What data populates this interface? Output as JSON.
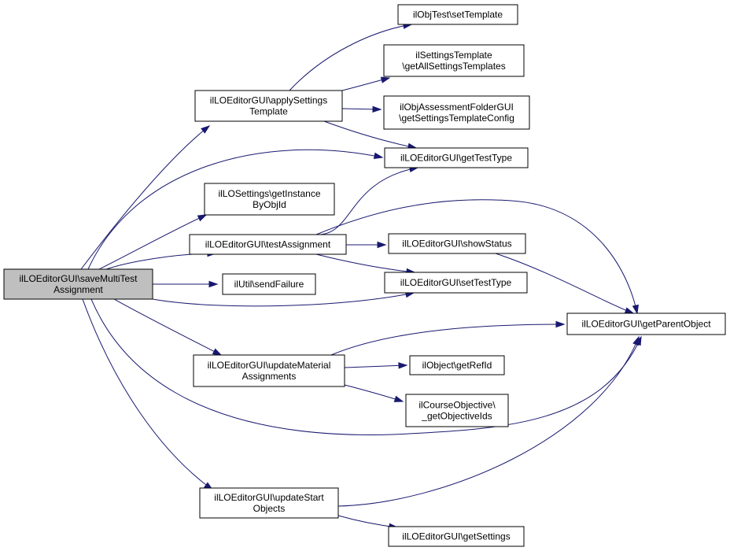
{
  "colors": {
    "node_fill": "#ffffff",
    "root_fill": "#bfbfbf",
    "node_border": "#000000",
    "edge": "#191970"
  },
  "nodes": {
    "saveMultiTestAssignment": {
      "lines": [
        "ilLOEditorGUI\\saveMultiTest",
        "Assignment"
      ]
    },
    "applySettingsTemplate": {
      "lines": [
        "ilLOEditorGUI\\applySettings",
        "Template"
      ]
    },
    "getInstanceByObjId": {
      "lines": [
        "ilLOSettings\\getInstance",
        "ByObjId"
      ]
    },
    "testAssignment": {
      "lines": [
        "ilLOEditorGUI\\testAssignment"
      ]
    },
    "sendFailure": {
      "lines": [
        "ilUtil\\sendFailure"
      ]
    },
    "updateMaterialAssignments": {
      "lines": [
        "ilLOEditorGUI\\updateMaterial",
        "Assignments"
      ]
    },
    "updateStartObjects": {
      "lines": [
        "ilLOEditorGUI\\updateStart",
        "Objects"
      ]
    },
    "setTemplate": {
      "lines": [
        "ilObjTest\\setTemplate"
      ]
    },
    "getAllSettingsTemplates": {
      "lines": [
        "ilSettingsTemplate",
        "\\getAllSettingsTemplates"
      ]
    },
    "getSettingsTemplateConfig": {
      "lines": [
        "ilObjAssessmentFolderGUI",
        "\\getSettingsTemplateConfig"
      ]
    },
    "getTestType": {
      "lines": [
        "ilLOEditorGUI\\getTestType"
      ]
    },
    "showStatus": {
      "lines": [
        "ilLOEditorGUI\\showStatus"
      ]
    },
    "setTestType": {
      "lines": [
        "ilLOEditorGUI\\setTestType"
      ]
    },
    "getParentObject": {
      "lines": [
        "ilLOEditorGUI\\getParentObject"
      ]
    },
    "getRefId": {
      "lines": [
        "ilObject\\getRefId"
      ]
    },
    "getObjectiveIds": {
      "lines": [
        "ilCourseObjective\\",
        "_getObjectiveIds"
      ]
    },
    "getSettings": {
      "lines": [
        "ilLOEditorGUI\\getSettings"
      ]
    }
  },
  "edges": [
    [
      "saveMultiTestAssignment",
      "applySettingsTemplate"
    ],
    [
      "saveMultiTestAssignment",
      "getTestType"
    ],
    [
      "saveMultiTestAssignment",
      "getInstanceByObjId"
    ],
    [
      "saveMultiTestAssignment",
      "testAssignment"
    ],
    [
      "saveMultiTestAssignment",
      "sendFailure"
    ],
    [
      "saveMultiTestAssignment",
      "setTestType"
    ],
    [
      "saveMultiTestAssignment",
      "updateMaterialAssignments"
    ],
    [
      "saveMultiTestAssignment",
      "getParentObject"
    ],
    [
      "saveMultiTestAssignment",
      "updateStartObjects"
    ],
    [
      "applySettingsTemplate",
      "setTemplate"
    ],
    [
      "applySettingsTemplate",
      "getAllSettingsTemplates"
    ],
    [
      "applySettingsTemplate",
      "getSettingsTemplateConfig"
    ],
    [
      "applySettingsTemplate",
      "getTestType"
    ],
    [
      "testAssignment",
      "getTestType"
    ],
    [
      "testAssignment",
      "getParentObject"
    ],
    [
      "testAssignment",
      "showStatus"
    ],
    [
      "testAssignment",
      "setTestType"
    ],
    [
      "showStatus",
      "getParentObject"
    ],
    [
      "updateMaterialAssignments",
      "getParentObject"
    ],
    [
      "updateMaterialAssignments",
      "getRefId"
    ],
    [
      "updateMaterialAssignments",
      "getObjectiveIds"
    ],
    [
      "updateStartObjects",
      "getParentObject"
    ],
    [
      "updateStartObjects",
      "getSettings"
    ]
  ]
}
